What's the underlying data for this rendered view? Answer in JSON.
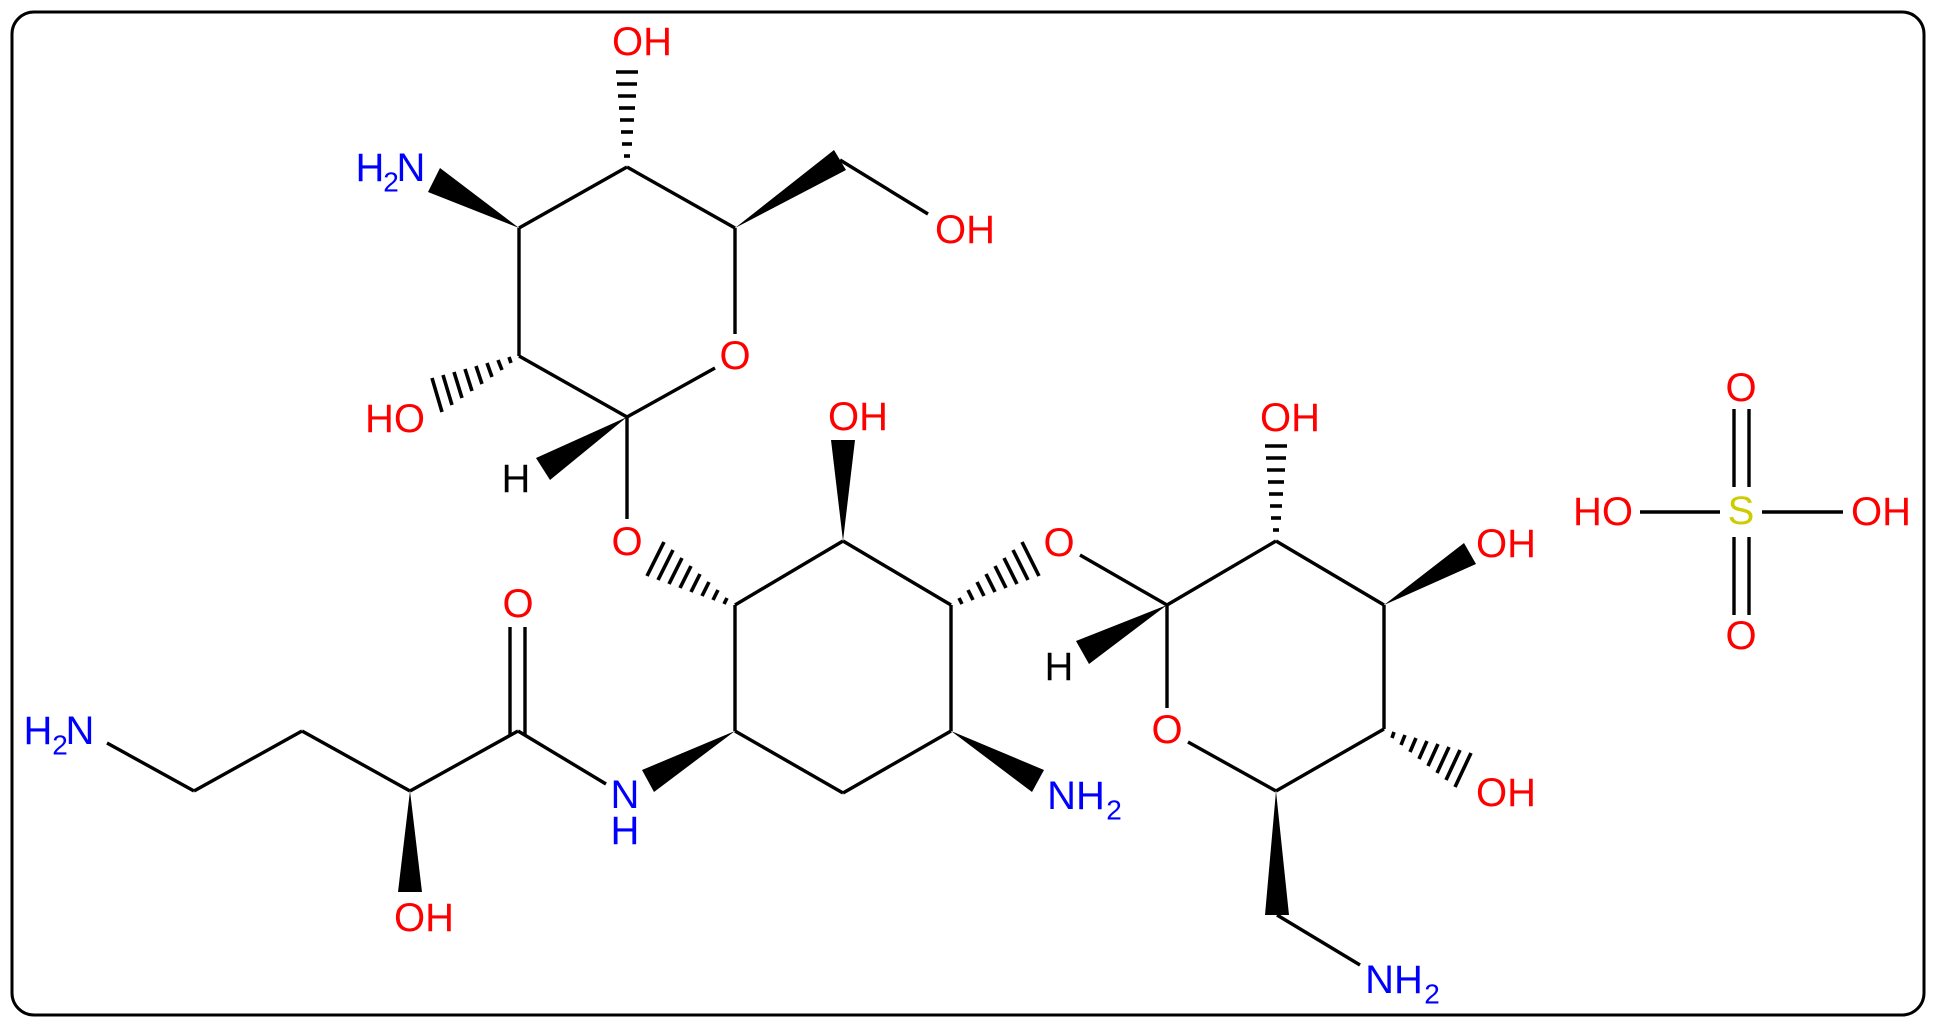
{
  "diagram": {
    "type": "chemical-structure",
    "subject": "aminoglycoside sulfate salt (skeletal formula)",
    "colors": {
      "bond": "#000000",
      "oxygen": "#ff0000",
      "nitrogen": "#0000ff",
      "sulfur": "#cccc00",
      "hydrogen": "#000000",
      "frame": "#000000",
      "background": "#ffffff"
    },
    "labels": {
      "top_ring": {
        "oh_top": "OH",
        "nh2_left_main": "H",
        "nh2_left_sub": "2",
        "nh2_left_n": "N",
        "ch2oh": "OH",
        "ring_o": "O",
        "ho_left": "HO",
        "h_anomeric": "H",
        "glycosidic_o": "O"
      },
      "central_ring": {
        "oh_top": "OH",
        "glycosidic_o_right": "O",
        "nh2_n": "NH",
        "nh2_sub": "2",
        "amide_n": "N",
        "amide_h": "H"
      },
      "side_chain": {
        "carbonyl_o": "O",
        "oh_bottom": "OH",
        "terminal_h": "H",
        "terminal_sub": "2",
        "terminal_n": "N"
      },
      "right_ring": {
        "h_anomeric": "H",
        "ring_o": "O",
        "oh_top": "OH",
        "oh_right_upper": "OH",
        "oh_right_lower": "OH",
        "ch2nh2_n": "NH",
        "ch2nh2_sub": "2"
      },
      "sulfate": {
        "s": "S",
        "o_top": "O",
        "o_bottom": "O",
        "ho_left": "HO",
        "oh_right": "OH"
      }
    }
  }
}
